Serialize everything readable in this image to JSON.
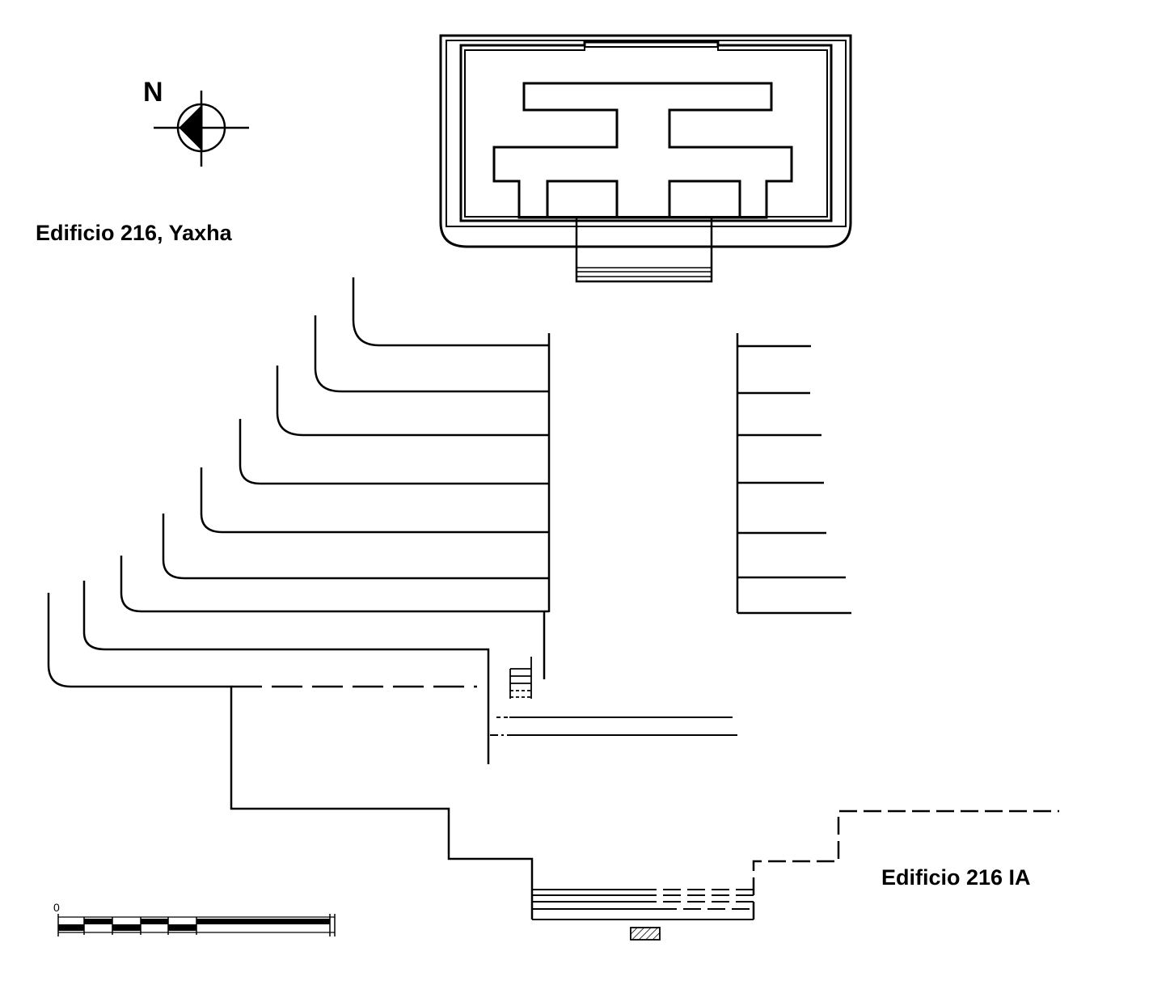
{
  "drawing": {
    "title": "Edificio 216, Yaxha",
    "subtitle": "Edificio 216 IA",
    "north_label": "N",
    "scale_zero_label": "0",
    "ink_color": "#000000",
    "background_color": "#ffffff"
  }
}
